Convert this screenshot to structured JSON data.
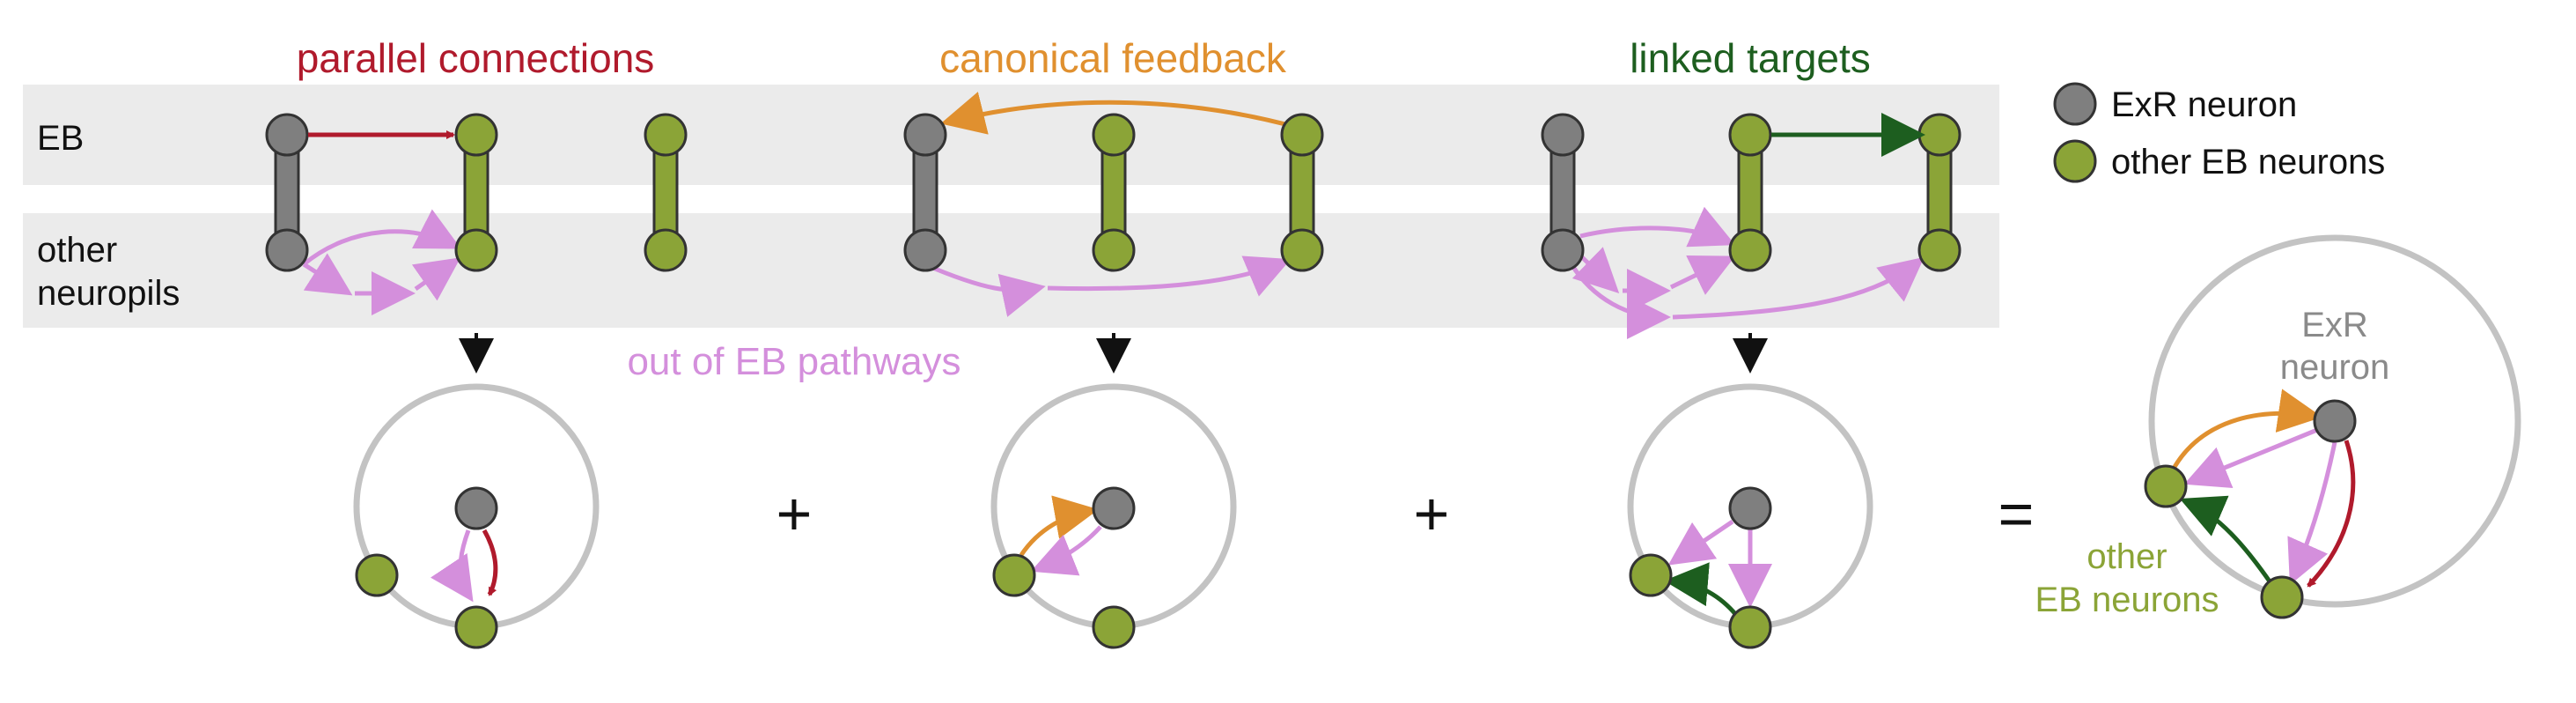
{
  "colors": {
    "band": "#ebebeb",
    "exr": "#7f7f7f",
    "eb": "#8ba437",
    "parallel": "#b01a2c",
    "feedback": "#e0902f",
    "linked": "#1d5e1f",
    "pathway": "#d48fdc",
    "ring": "#c3c3c3",
    "down_arrow": "#111111"
  },
  "rows": {
    "eb_label": "EB",
    "other_label_line1": "other",
    "other_label_line2": "neuropils"
  },
  "panels": [
    {
      "title": "parallel connections",
      "color_key": "parallel"
    },
    {
      "title": "canonical feedback",
      "color_key": "feedback"
    },
    {
      "title": "linked targets",
      "color_key": "linked"
    }
  ],
  "pathway_label": "out of EB pathways",
  "legend": [
    {
      "label": "ExR neuron",
      "color_key": "exr"
    },
    {
      "label": "other EB neurons",
      "color_key": "eb"
    }
  ],
  "operators": [
    "+",
    "+",
    "="
  ],
  "summary": {
    "exr_label_line1": "ExR",
    "exr_label_line2": "neuron",
    "eb_label_line1": "other",
    "eb_label_line2": "EB neurons"
  }
}
